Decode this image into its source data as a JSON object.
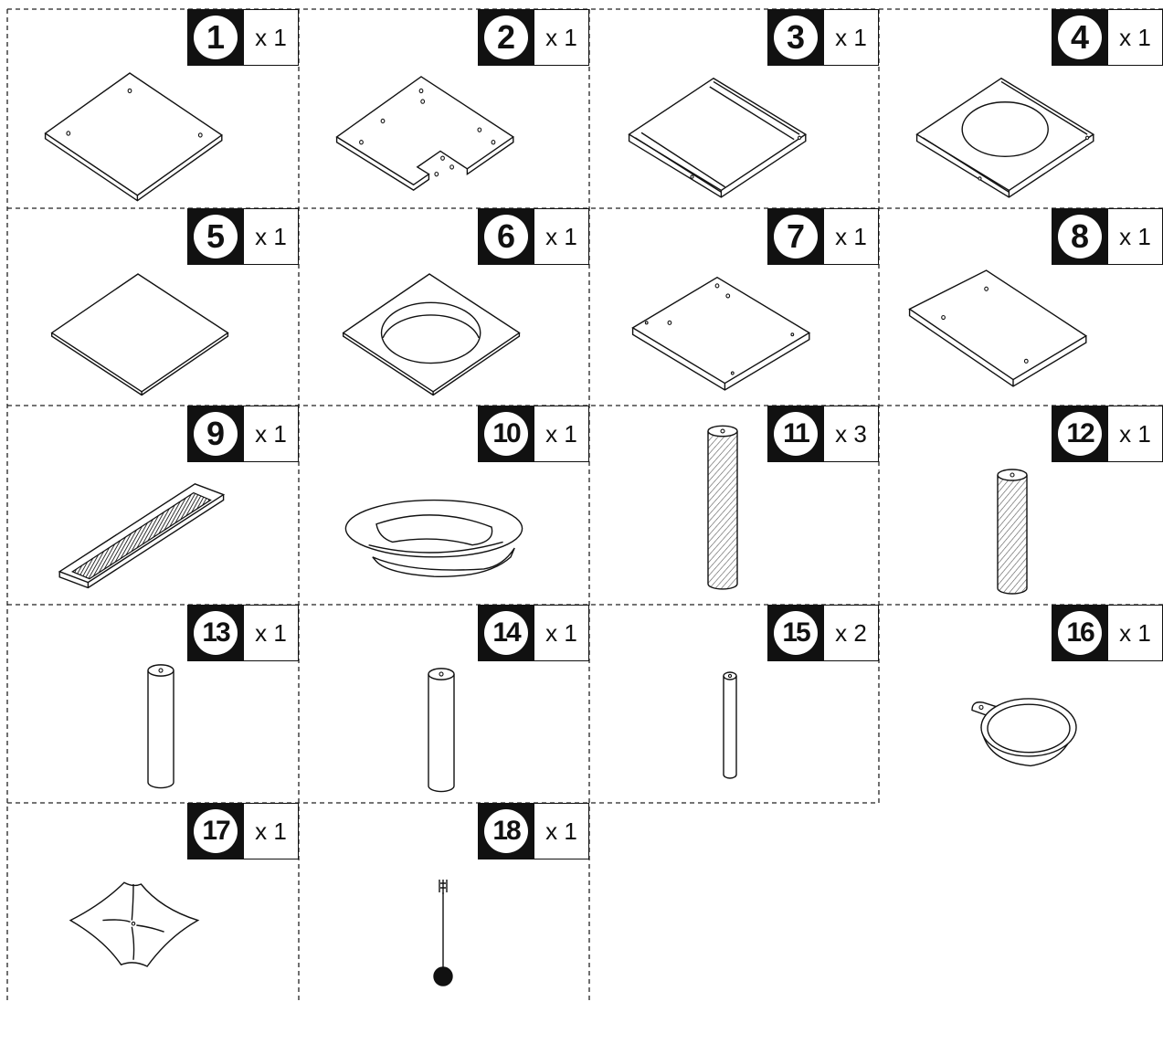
{
  "parts": [
    {
      "number": "1",
      "quantity": "x 1",
      "shape": "board-rounded"
    },
    {
      "number": "2",
      "quantity": "x 1",
      "shape": "board-notched"
    },
    {
      "number": "3",
      "quantity": "x 1",
      "shape": "board-rails"
    },
    {
      "number": "4",
      "quantity": "x 1",
      "shape": "board-rails-hole"
    },
    {
      "number": "5",
      "quantity": "x 1",
      "shape": "mat"
    },
    {
      "number": "6",
      "quantity": "x 1",
      "shape": "mat-hole"
    },
    {
      "number": "7",
      "quantity": "x 1",
      "shape": "board-holes"
    },
    {
      "number": "8",
      "quantity": "x 1",
      "shape": "board-small"
    },
    {
      "number": "9",
      "quantity": "x 1",
      "shape": "scratch-pad"
    },
    {
      "number": "10",
      "quantity": "x 1",
      "shape": "bed"
    },
    {
      "number": "11",
      "quantity": "x 3",
      "shape": "post-sisal-long"
    },
    {
      "number": "12",
      "quantity": "x 1",
      "shape": "post-sisal-short"
    },
    {
      "number": "13",
      "quantity": "x 1",
      "shape": "post-plain"
    },
    {
      "number": "14",
      "quantity": "x 1",
      "shape": "post-plain"
    },
    {
      "number": "15",
      "quantity": "x 2",
      "shape": "post-thin"
    },
    {
      "number": "16",
      "quantity": "x 1",
      "shape": "bowl"
    },
    {
      "number": "17",
      "quantity": "x 1",
      "shape": "cushion"
    },
    {
      "number": "18",
      "quantity": "x 1",
      "shape": "toy-ball"
    }
  ]
}
